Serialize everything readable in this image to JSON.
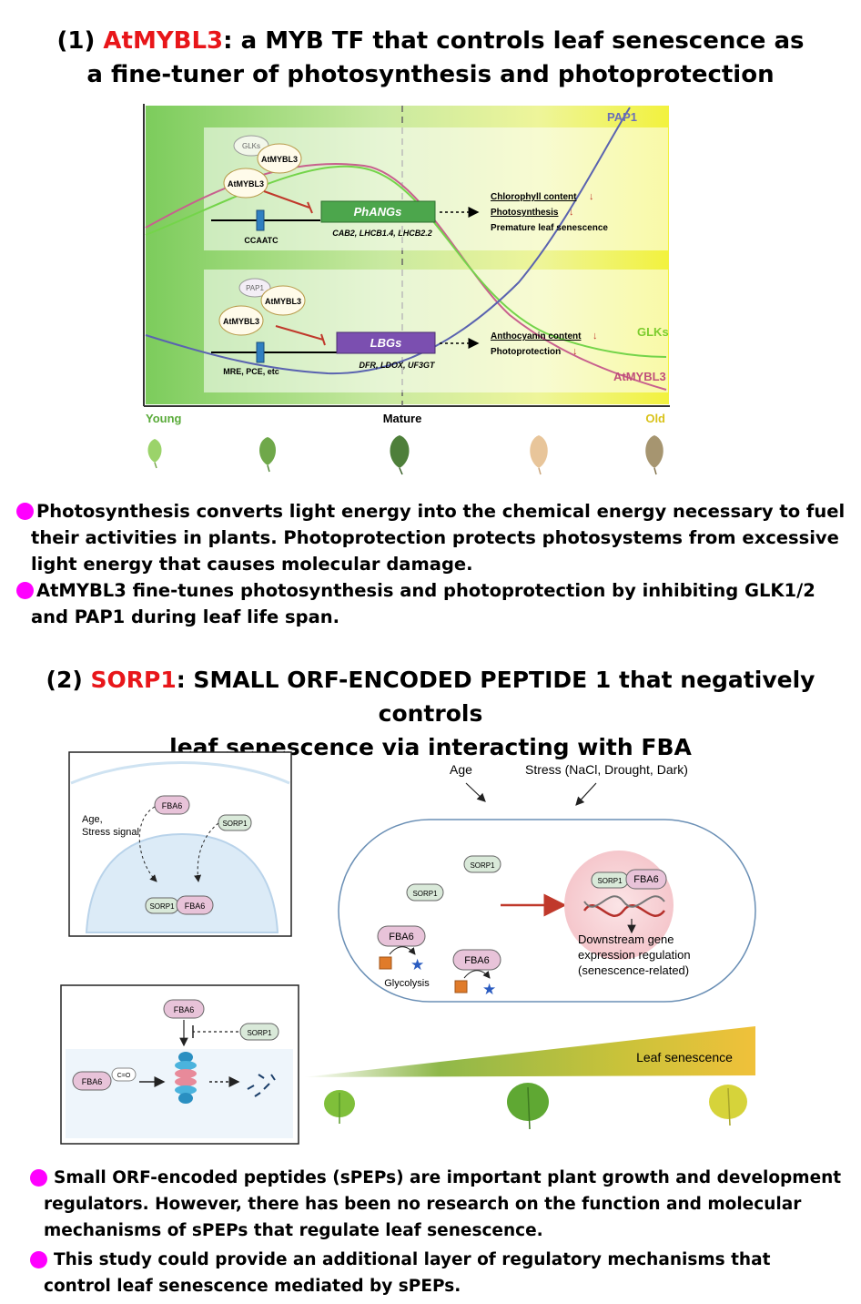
{
  "section1": {
    "title_prefix": "(1) ",
    "title_highlight": "AtMYBL3",
    "title_rest_line1": ": a MYB TF that controls leaf senescence as",
    "title_line2": "a fine-tuner of photosynthesis and photoprotection",
    "highlight_color": "#e8161a",
    "diagram": {
      "curve_labels": {
        "pap1": "PAP1",
        "glks": "GLKs",
        "atmybl3": "AtMYBL3"
      },
      "stages": {
        "young": "Young",
        "mature": "Mature",
        "old": "Old"
      },
      "upper_panel": {
        "glks_oval": "GLKs",
        "atmybl3_top": "AtMYBL3",
        "atmybl3_bottom": "AtMYBL3",
        "motif": "CCAATC",
        "gene_box": "PhANGs",
        "gene_examples": "CAB2, LHCB1.4, LHCB2.2",
        "effect1": "Chlorophyll content",
        "effect2": "Photosynthesis",
        "effect3": "Premature leaf senescence",
        "arrow_down": "↓"
      },
      "lower_panel": {
        "pap1_oval": "PAP1",
        "atmybl3_top": "AtMYBL3",
        "atmybl3_bottom": "AtMYBL3",
        "motif": "MRE, PCE, etc",
        "gene_box": "LBGs",
        "gene_examples": "DFR, LDOX, UF3GT",
        "effect1": "Anthocyanin content",
        "effect2": "Photoprotection",
        "arrow_down": "↓"
      },
      "colors": {
        "phangs_box": "#4ca64c",
        "lbgs_box": "#7b4fb0",
        "pap1_curve": "#5a63b0",
        "glks_curve": "#74d44a",
        "atmybl3_curve": "#c8608e"
      }
    },
    "bullets": [
      {
        "line1": "Photosynthesis converts light energy into the chemical energy necessary to fuel",
        "line2": "their activities in plants. Photoprotection protects photosystems from excessive",
        "line3": "light energy that causes molecular damage."
      },
      {
        "line1": "AtMYBL3 fine-tunes photosynthesis and photoprotection by inhibiting GLK1/2",
        "line2": "and PAP1 during leaf life span."
      }
    ]
  },
  "section2": {
    "title_prefix": "(2) ",
    "title_highlight": "SORP1",
    "title_rest_line1": ": SMALL ORF-ENCODED PEPTIDE 1 that negatively controls",
    "title_line2": "leaf senescence via interacting with FBA",
    "diagram": {
      "cell_panel": {
        "signal_label_1": "Age,",
        "signal_label_2": "Stress signal",
        "fba6": "FBA6",
        "sorp1": "SORP1"
      },
      "cell_overview": {
        "age": "Age",
        "stress": "Stress (NaCl, Drought, Dark)",
        "sorp1": "SORP1",
        "fba6": "FBA6",
        "glycolysis": "Glycolysis",
        "downstream_1": "Downstream gene",
        "downstream_2": "expression regulation",
        "downstream_3": "(senescence-related)"
      },
      "degradation_panel": {
        "fba6": "FBA6",
        "sorp1": "SORP1",
        "carbonyl": "C=O"
      },
      "senescence_label": "Leaf senescence"
    },
    "bullets": [
      {
        "line1": "Small ORF-encoded peptides (sPEPs) are important plant growth and development",
        "line2": "regulators. However, there has been no research on the function and molecular",
        "line3": "mechanisms of sPEPs that regulate leaf senescence."
      },
      {
        "line1": "This study could provide an additional layer of regulatory mechanisms that",
        "line2": "control leaf senescence mediated by sPEPs."
      }
    ]
  },
  "bullet_color": "#ff00ff"
}
